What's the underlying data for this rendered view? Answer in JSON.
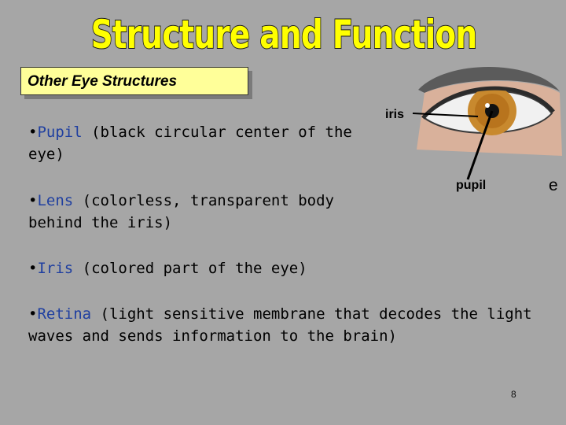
{
  "slide": {
    "title": "Structure and Function",
    "subtitle": "Other Eye Structures",
    "bullets": [
      {
        "marker": "•",
        "term": "Pupil",
        "description": "(black circular center of the eye)"
      },
      {
        "marker": "•",
        "term": "Lens",
        "description": "(colorless, transparent body behind the iris)"
      },
      {
        "marker": "•",
        "term": "Iris",
        "description": "(colored part of the eye)"
      },
      {
        "marker": "•",
        "term": "Retina",
        "description": "(light sensitive membrane that decodes the light waves and sends information to the brain)"
      }
    ],
    "figure": {
      "labels": {
        "iris": "iris",
        "pupil": "pupil"
      },
      "stray_letter": "e"
    },
    "page_number": "8"
  },
  "colors": {
    "background": "#a6a6a6",
    "title_fill": "#ffff00",
    "subtitle_box": "#ffff99",
    "term": "#1f3fa0",
    "iris": "#c8892e"
  }
}
